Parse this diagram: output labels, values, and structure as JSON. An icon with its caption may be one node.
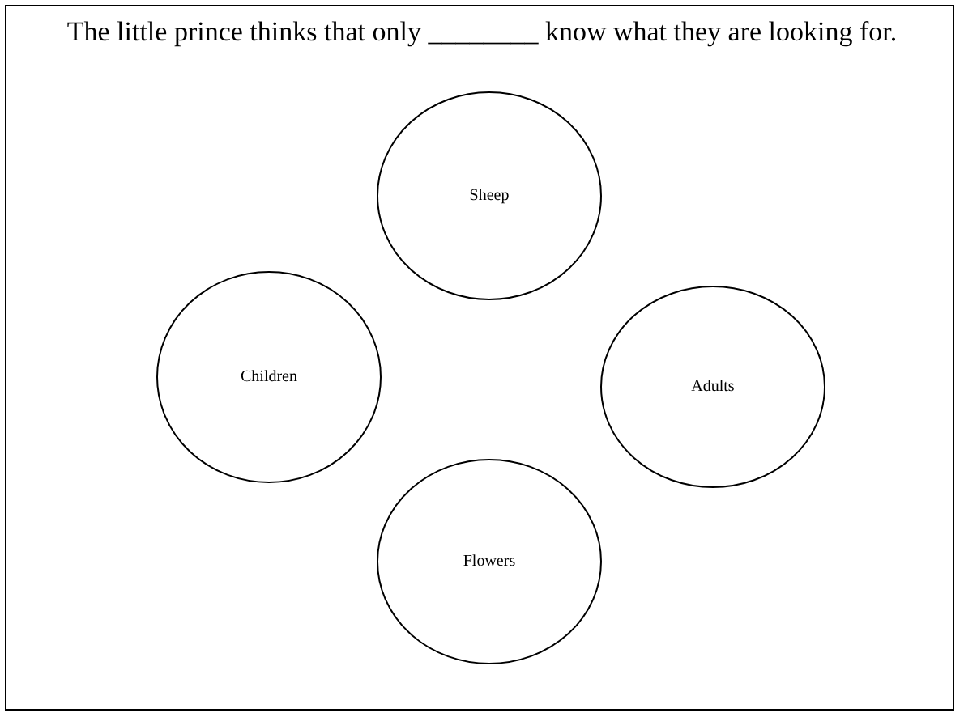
{
  "diagram": {
    "title": "The little prince thinks that only ________ know what they are looking for.",
    "nodes": [
      {
        "text": [
          "Sheep"
        ]
      },
      {
        "text": [
          "Children"
        ]
      },
      {
        "text": [
          "Adults"
        ]
      },
      {
        "text": [
          "Flowers"
        ]
      }
    ]
  }
}
